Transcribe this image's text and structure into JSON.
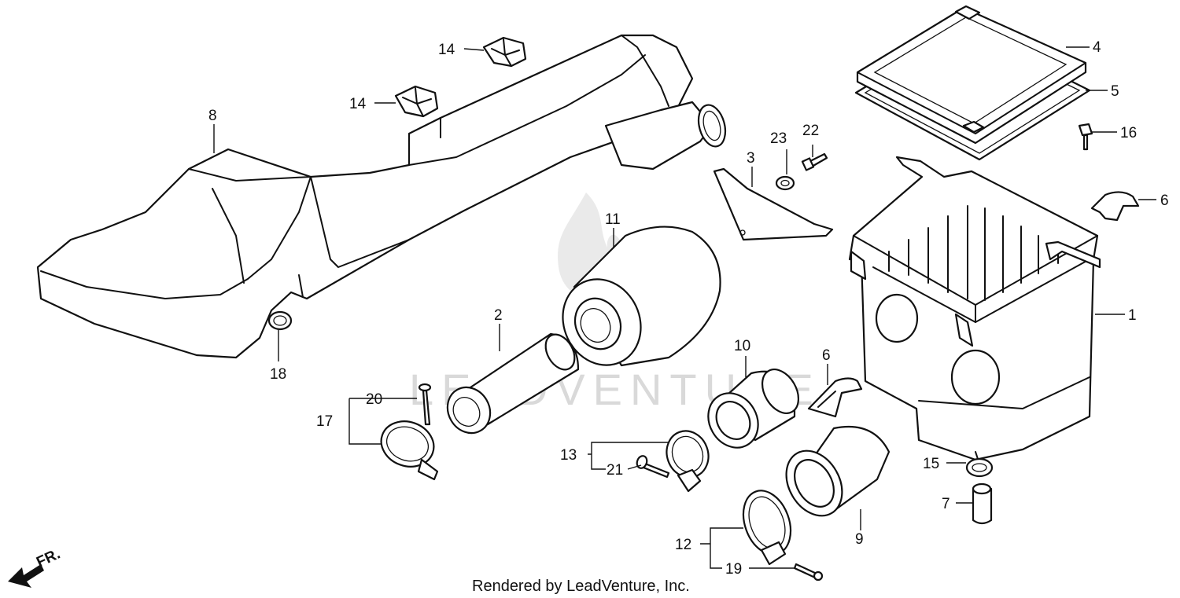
{
  "diagram": {
    "callouts": [
      "1",
      "2",
      "3",
      "4",
      "5",
      "6",
      "6",
      "7",
      "8",
      "9",
      "10",
      "11",
      "12",
      "13",
      "14",
      "14",
      "15",
      "16",
      "17",
      "18",
      "19",
      "20",
      "21",
      "22",
      "23"
    ],
    "direction_label": "FR.",
    "watermark": "LEADVENTURE",
    "credit": "Rendered by LeadVenture, Inc."
  }
}
